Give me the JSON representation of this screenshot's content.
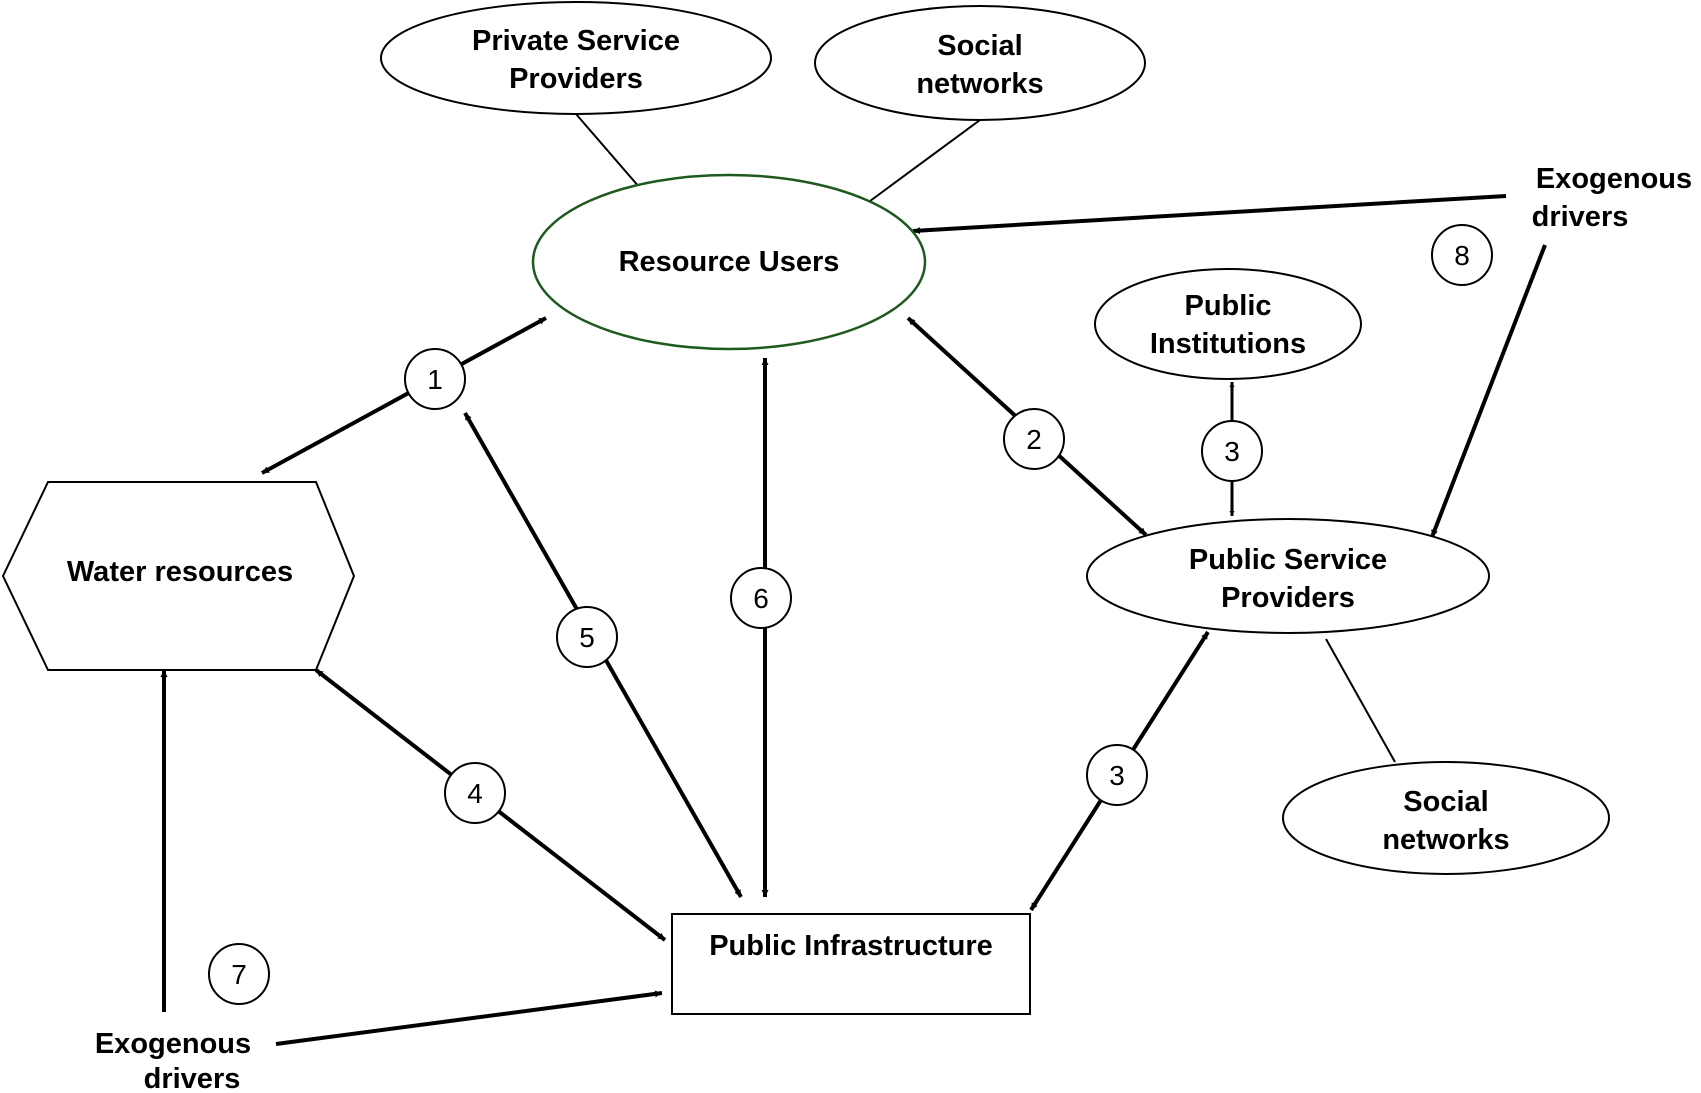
{
  "nodes": {
    "private_service_providers": [
      "Private Service",
      "Providers"
    ],
    "social_networks_top": [
      "Social",
      "networks"
    ],
    "resource_users": [
      "Resource Users"
    ],
    "exogenous_drivers_right": [
      "Exogenous",
      "drivers"
    ],
    "public_institutions": [
      "Public",
      "Institutions"
    ],
    "water_resources": [
      "Water resources"
    ],
    "public_service_providers": [
      "Public Service",
      "Providers"
    ],
    "social_networks_bottom": [
      "Social",
      "networks"
    ],
    "public_infrastructure": [
      "Public Infrastructure"
    ],
    "exogenous_drivers_left": [
      "Exogenous",
      "drivers"
    ]
  },
  "links": {
    "l1": "1",
    "l2": "2",
    "l3_institutions": "3",
    "l3_infrastructure": "3",
    "l4": "4",
    "l5": "5",
    "l6": "6",
    "l7": "7",
    "l8": "8"
  },
  "colors": {
    "resource_users_border": "#1e5a1e",
    "line": "#000000"
  }
}
